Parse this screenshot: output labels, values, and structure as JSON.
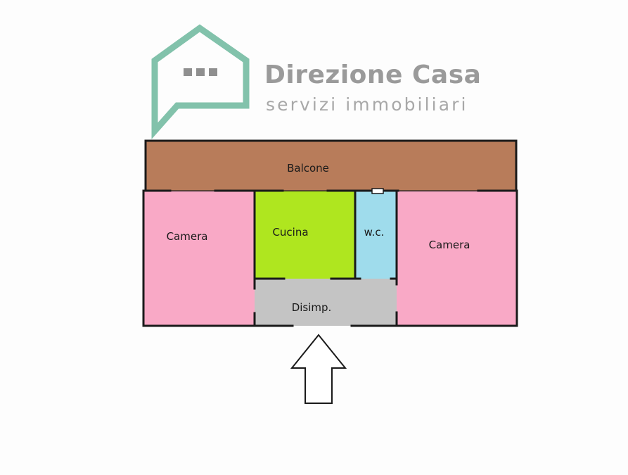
{
  "brand": {
    "name": "Direzione Casa",
    "tagline": "servizi immobiliari",
    "logo_icon": "house-speech-bubble-icon",
    "logo_color": "#82c2ab"
  },
  "rooms": {
    "balcone": {
      "label": "Balcone",
      "color": "#b87c5a"
    },
    "camera_left": {
      "label": "Camera",
      "color": "#f9a9c6"
    },
    "cucina": {
      "label": "Cucina",
      "color": "#afe61f"
    },
    "wc": {
      "label": "w.c.",
      "color": "#9fdcec"
    },
    "camera_right": {
      "label": "Camera",
      "color": "#f9a9c6"
    },
    "disimpegno": {
      "label": "Disimp.",
      "color": "#c4c4c4"
    }
  },
  "entrance": {
    "icon": "entrance-arrow-icon"
  }
}
